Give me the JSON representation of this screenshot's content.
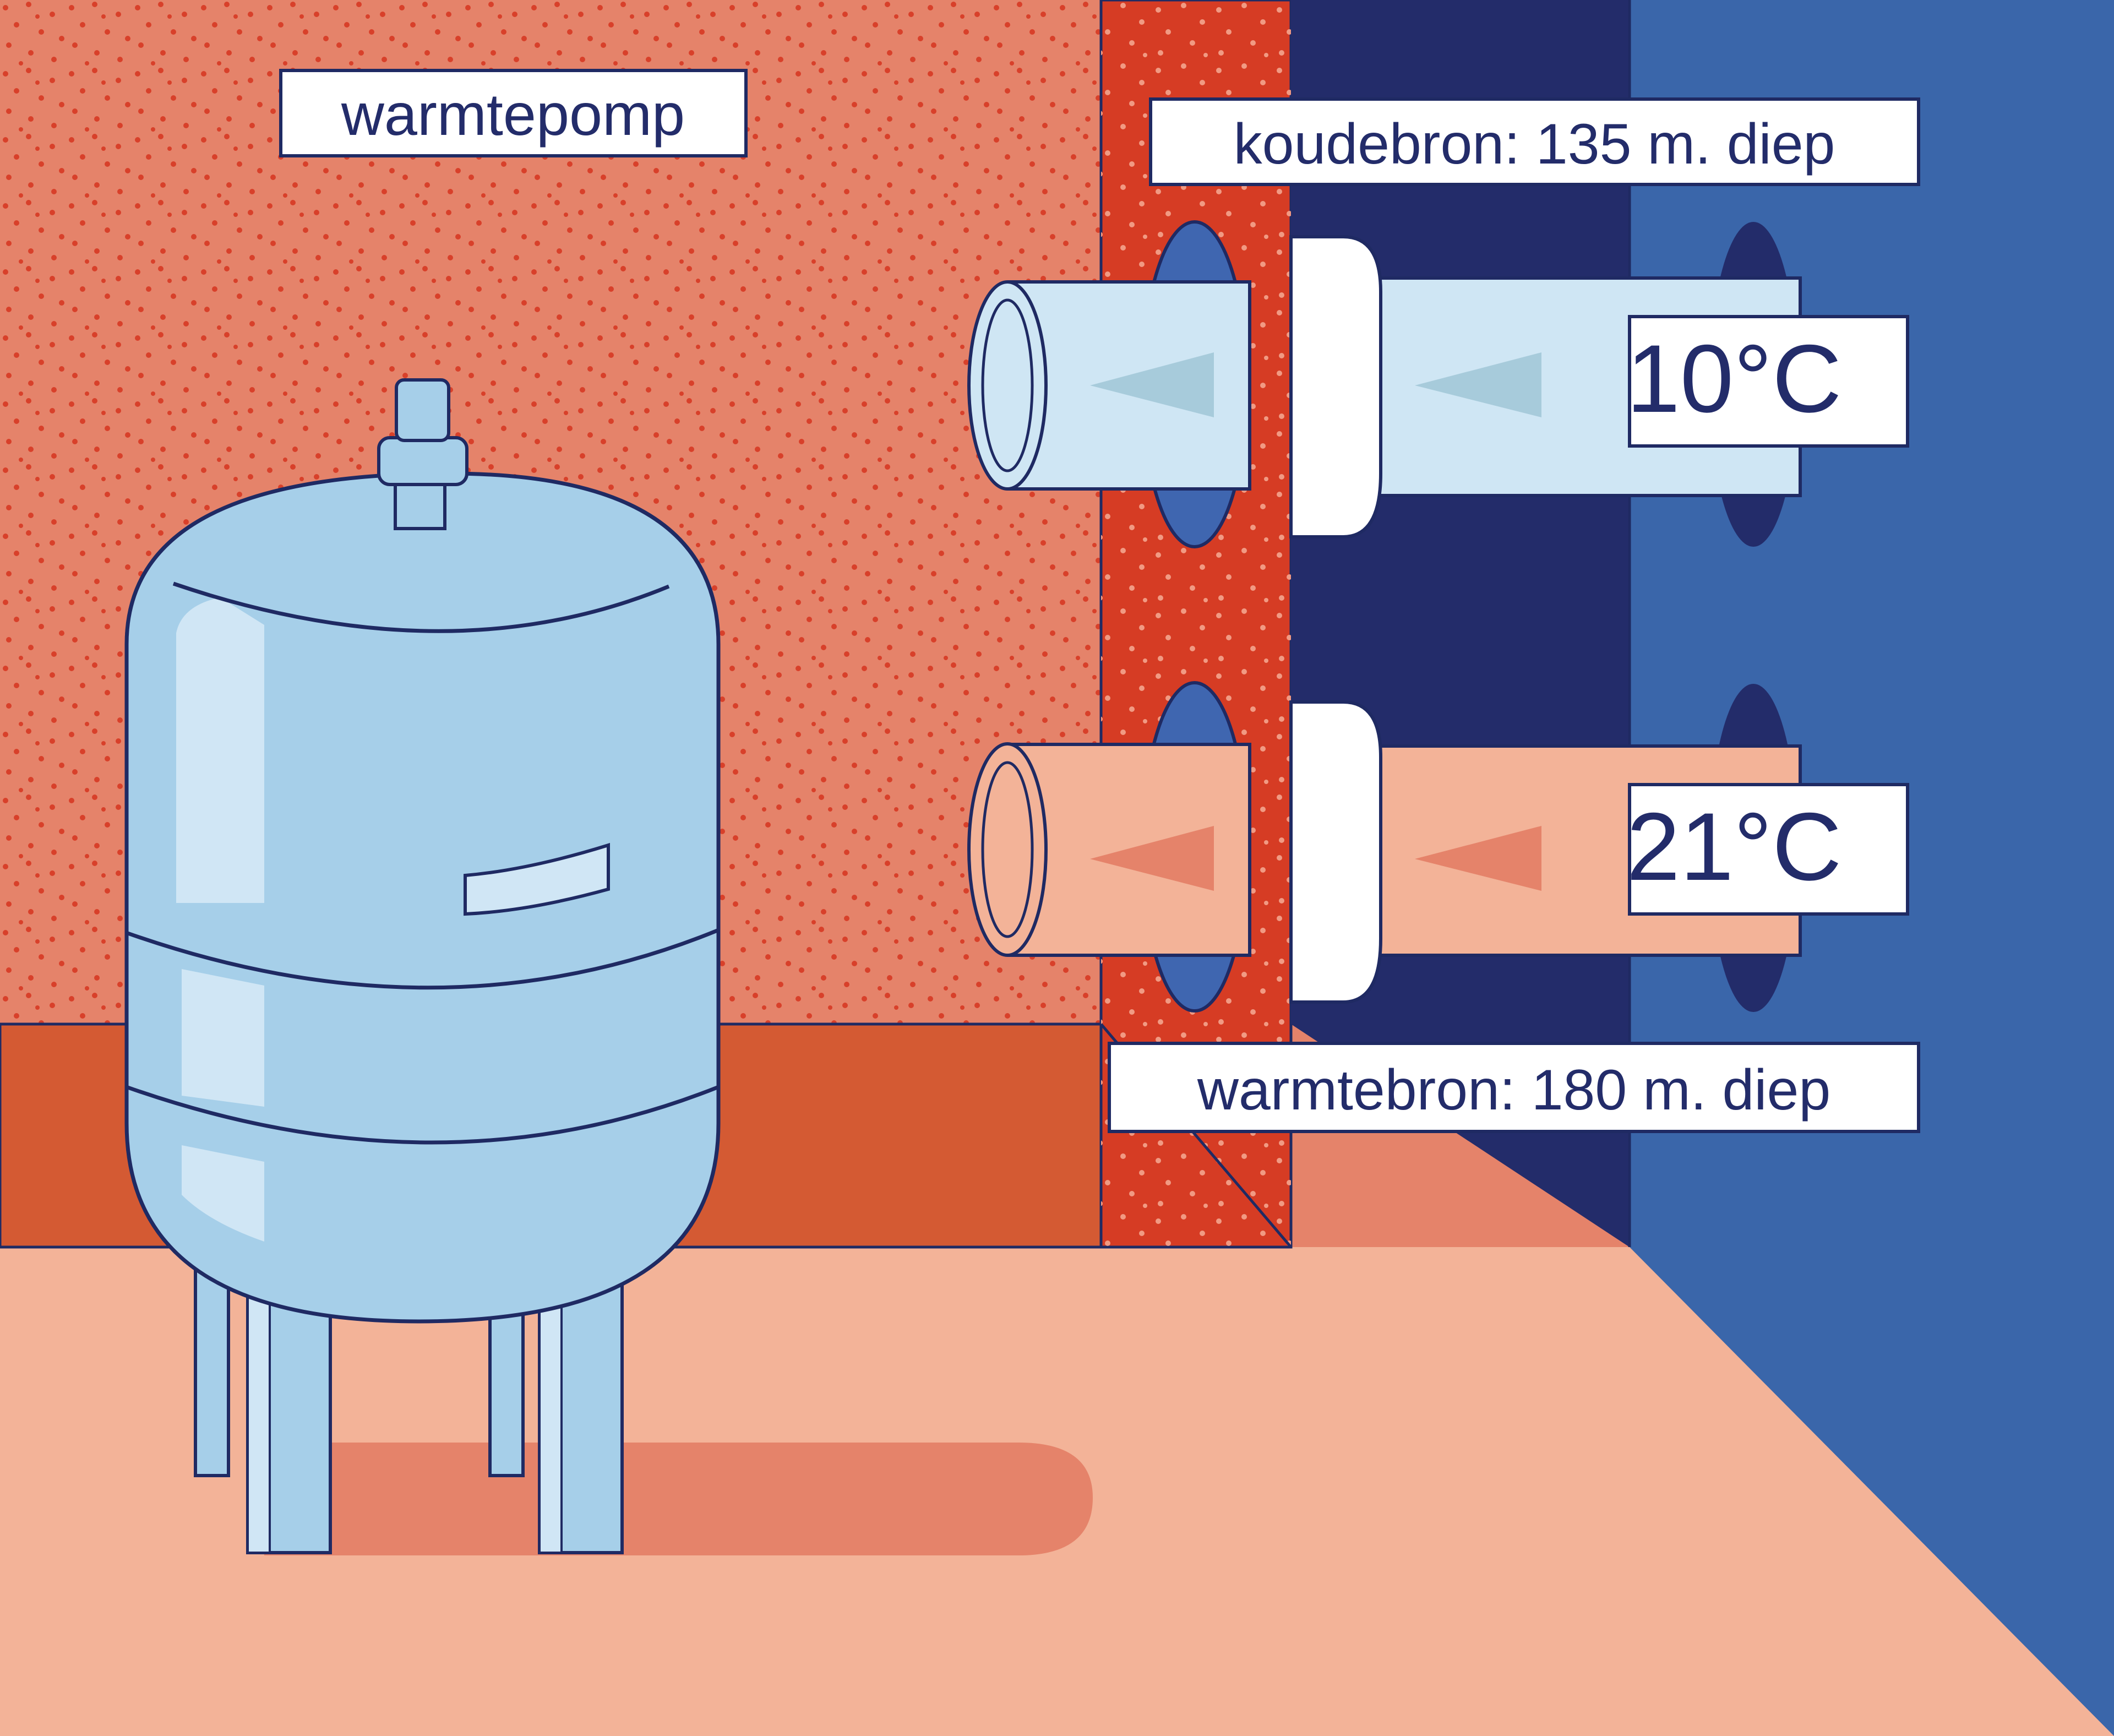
{
  "labels": {
    "heat_pump": "warmtepomp",
    "cold_source": "koudebron: 135 m. diep",
    "warm_source": "warmtebron: 180 m. diep",
    "cold_temperature": "10°C",
    "warm_temperature": "21°C"
  },
  "colors": {
    "wall": "#e5836a",
    "wall_dots": "#d8402a",
    "wall_section": "#d63c24",
    "baseboard": "#d45a33",
    "floor": "#f3b398",
    "floor_shadow": "#e5836a",
    "dark_blue": "#232c6a",
    "mid_blue": "#3a66aa",
    "hole_blue": "#3f66b0",
    "outline": "#1f2a63",
    "tank": "#a6cfe9",
    "tank_highlight": "#d0e6f5",
    "cold_pipe": "#cfe6f4",
    "cold_arrow": "#a7cbdb",
    "warm_pipe": "#f3b398",
    "warm_arrow": "#e5836a",
    "sleeve": "#ffffff",
    "label_bg": "#ffffff"
  }
}
